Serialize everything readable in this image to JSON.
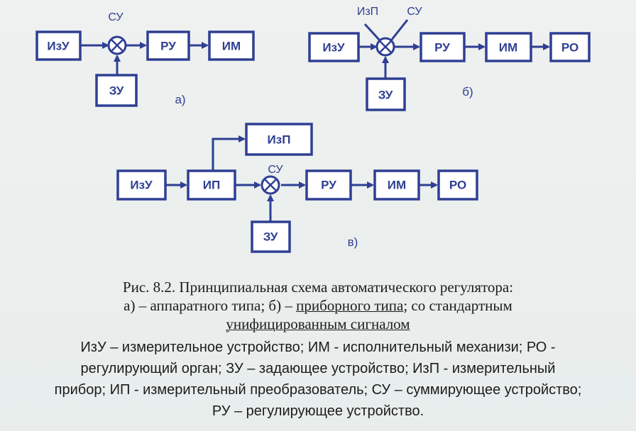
{
  "diagram_a": {
    "izu": "ИзУ",
    "su": "СУ",
    "ru": "РУ",
    "im": "ИМ",
    "zu": "ЗУ",
    "label": "а)"
  },
  "diagram_b": {
    "izu": "ИзУ",
    "izp": "ИзП",
    "su": "СУ",
    "ru": "РУ",
    "im": "ИМ",
    "ro": "РО",
    "zu": "ЗУ",
    "label": "б)"
  },
  "diagram_c": {
    "izu": "ИзУ",
    "ip": "ИП",
    "izp": "ИзП",
    "su": "СУ",
    "ru": "РУ",
    "im": "ИМ",
    "ro": "РО",
    "zu": "ЗУ",
    "label": "в)"
  },
  "caption": {
    "line1": "Рис. 8.2. Принципиальная схема автоматического регулятора:",
    "line2_a": "а) – аппаратного типа; б) – ",
    "line2_b": "приборного типа",
    "line2_c": "; со стандартным",
    "line3": "унифицированным сигналом"
  },
  "legend": {
    "line1": "ИзУ – измерительное устройство; ИМ - исполнительный механизи; РО -",
    "line2": "регулирующий орган; ЗУ – задающее устройство; ИзП - измерительный",
    "line3": "прибор; ИП - измерительный преобразователь; СУ – суммирующее устройство;",
    "line4": "РУ – регулирующее устройство."
  },
  "colors": {
    "diagram_blue": "#2f3f93",
    "text_dark": "#1c1c1c",
    "page": "#eef1ef"
  }
}
